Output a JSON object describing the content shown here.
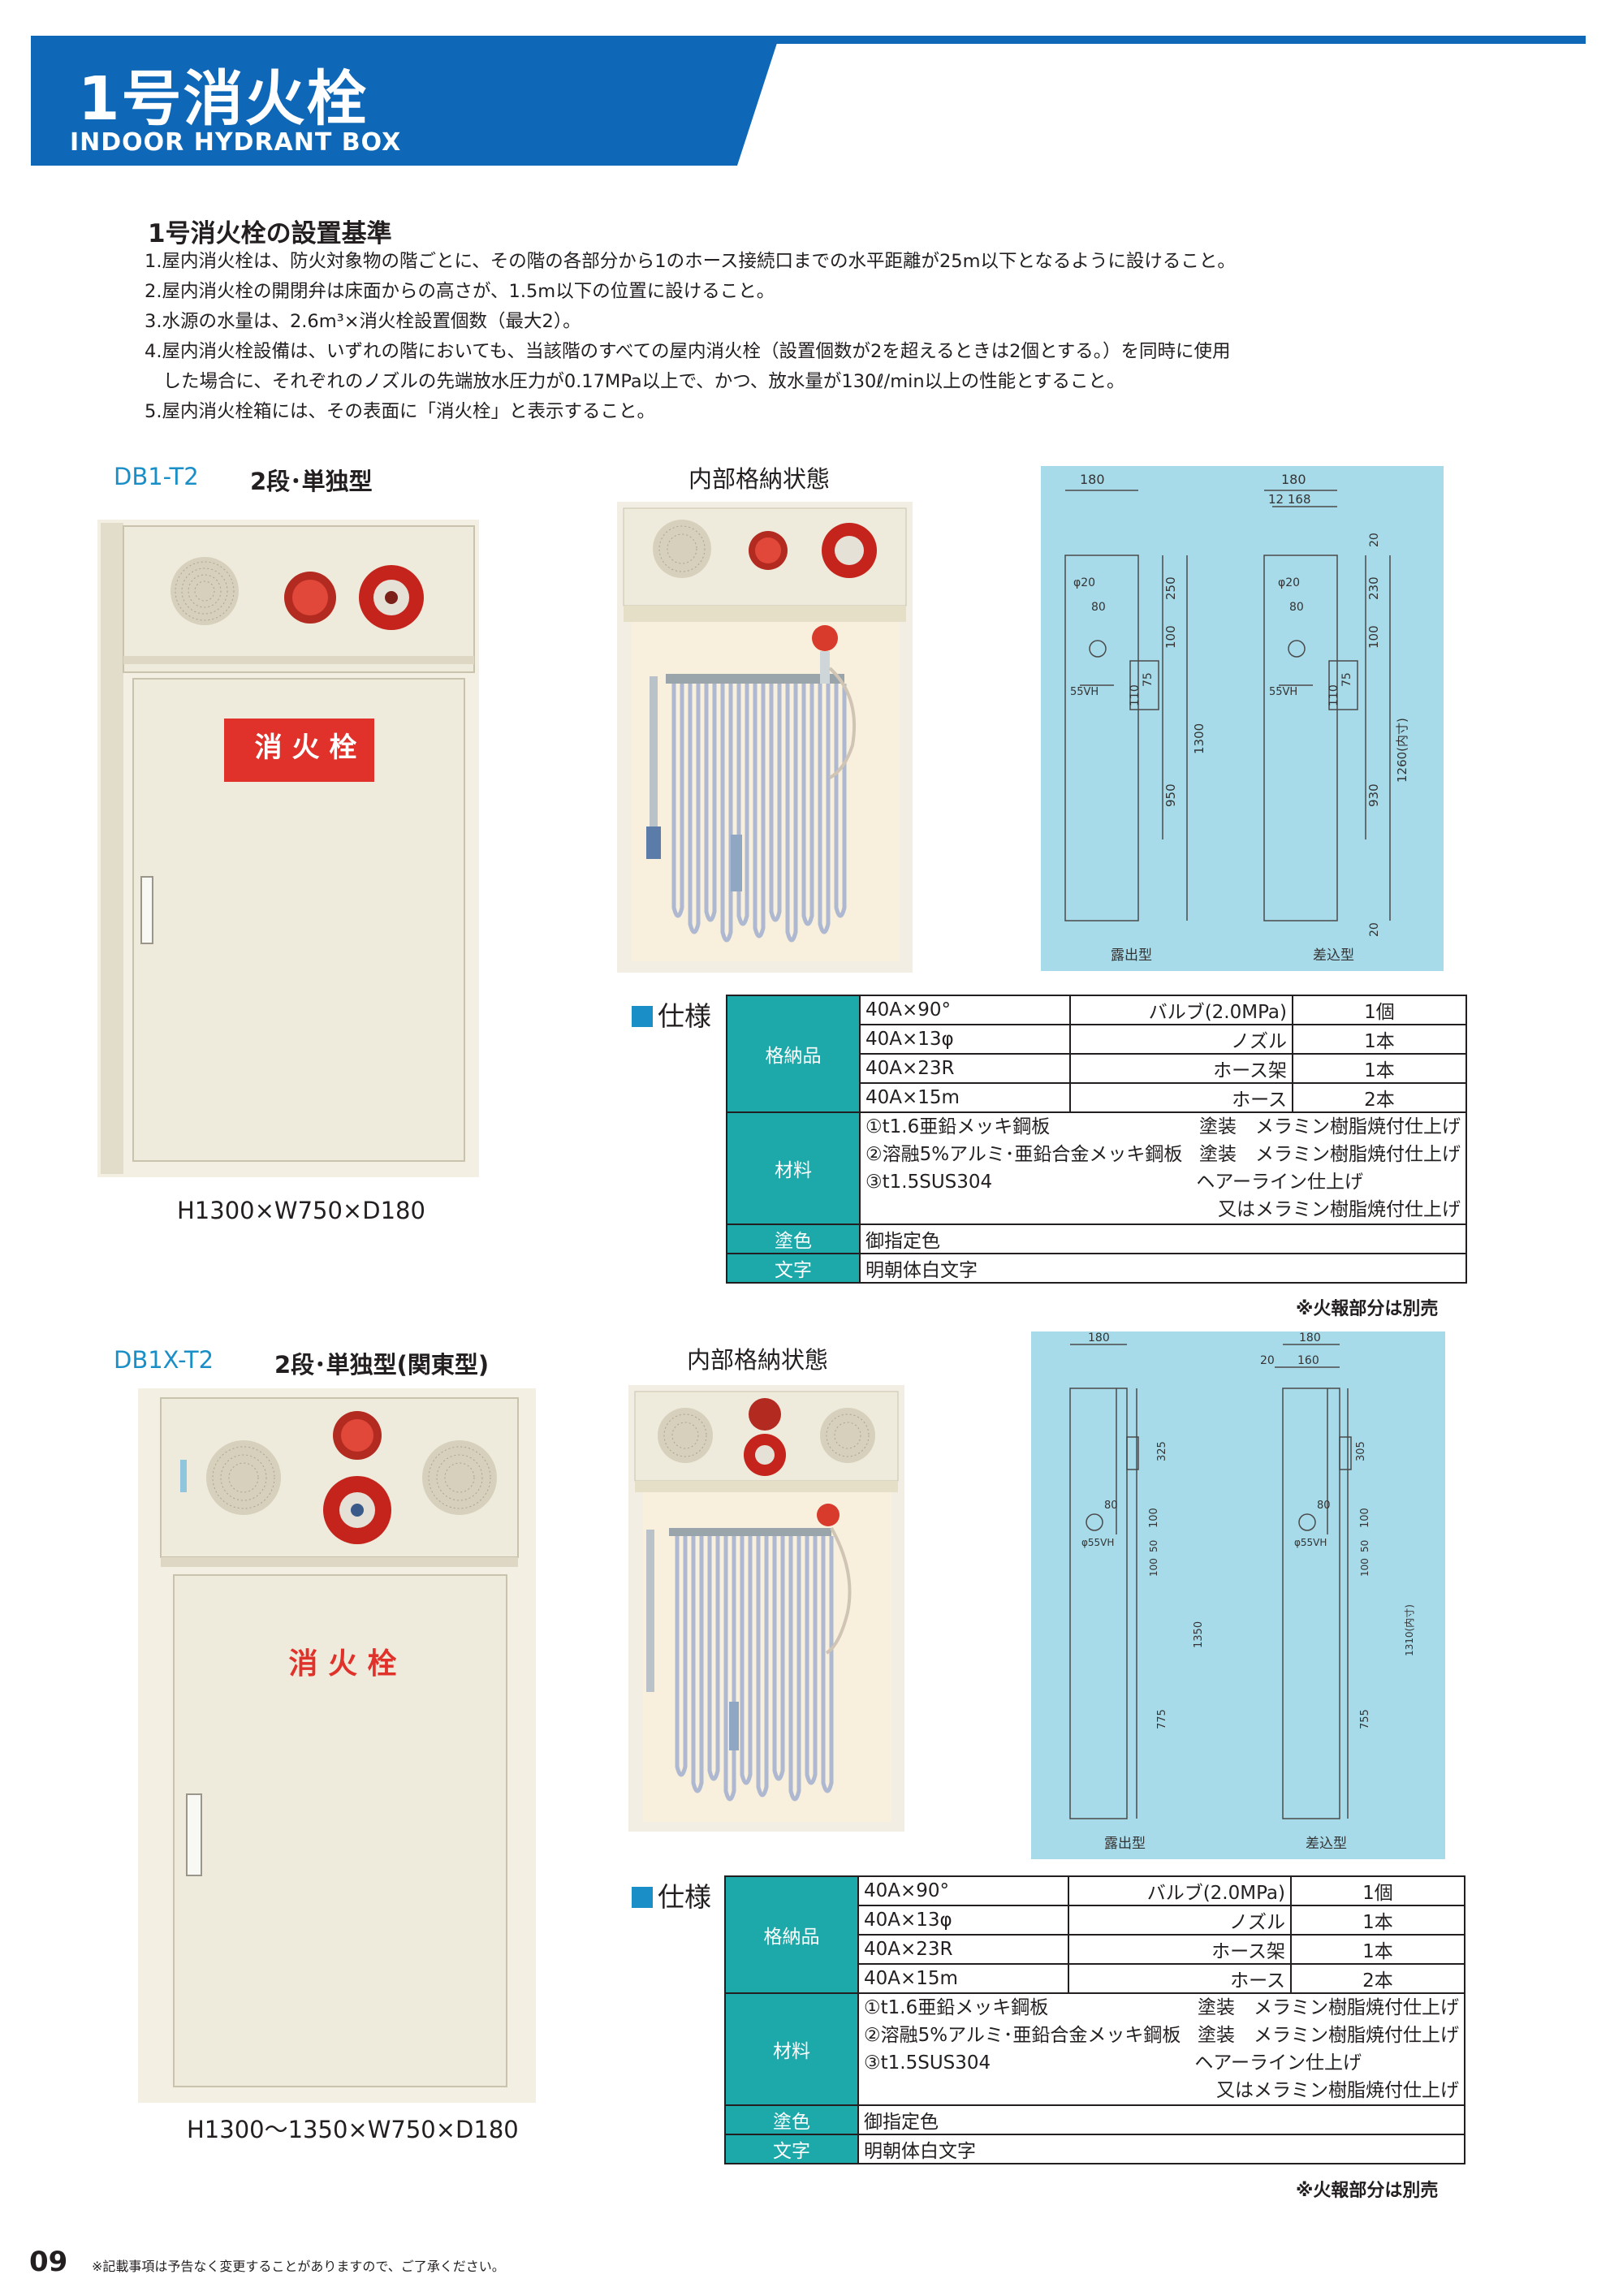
{
  "header": {
    "title": "1号消火栓",
    "subtitle": "INDOOR HYDRANT BOX"
  },
  "criteria": {
    "title": "1号消火栓の設置基準",
    "items": [
      "1.屋内消火栓は、防火対象物の階ごとに、その階の各部分から1のホース接続口までの水平距離が25m以下となるように設けること。",
      "2.屋内消火栓の開閉弁は床面からの高さが、1.5m以下の位置に設けること。",
      "3.水源の水量は、2.6m³×消火栓設置個数（最大2）。",
      "4.屋内消火栓設備は、いずれの階においても、当該階のすべての屋内消火栓（設置個数が2を超えるときは2個とする。）を同時に使用",
      "　した場合に、それぞれのノズルの先端放水圧力が0.17MPa以上で、かつ、放水量が130ℓ/min以上の性能とすること。",
      "5.屋内消火栓箱には、その表面に「消火栓」と表示すること。"
    ]
  },
  "products": [
    {
      "code": "DB1-T2",
      "name": "2段･単独型",
      "door_label": "消 火 栓",
      "interior_caption": "内部格納状態",
      "dimensions": "H1300×W750×D180",
      "drawing": {
        "w1": "180",
        "w2": "180",
        "w3": "12 168",
        "a": "φ20",
        "b": "80",
        "c": "250",
        "d": "100",
        "e": "75",
        "f": "110",
        "g": "55VH",
        "h": "1300",
        "i": "950",
        "j": "230",
        "k": "20",
        "l": "930",
        "m": "1260(内寸)",
        "n": "20",
        "label_left": "露出型",
        "label_right": "差込型"
      },
      "spec": {
        "heading": "仕様",
        "rows": [
          {
            "cat": "格納品",
            "c1": "40A×90°",
            "c2": "バルブ(2.0MPa)",
            "c3": "1個"
          },
          {
            "c1": "40A×13φ",
            "c2": "ノズル",
            "c3": "1本"
          },
          {
            "c1": "40A×23R",
            "c2": "ホース架",
            "c3": "1本"
          },
          {
            "c1": "40A×15m",
            "c2": "ホース",
            "c3": "2本"
          }
        ],
        "material_cat": "材料",
        "materials": [
          {
            "left": "①t1.6亜鉛メッキ鋼板",
            "right": "塗装　メラミン樹脂焼付仕上げ"
          },
          {
            "left": "②溶融5%アルミ･亜鉛合金メッキ鋼板",
            "right": "塗装　メラミン樹脂焼付仕上げ"
          },
          {
            "left": "③t1.5SUS304",
            "right": "ヘアーライン仕上げ"
          },
          {
            "left": "",
            "right": "又はメラミン樹脂焼付仕上げ"
          }
        ],
        "color_cat": "塗色",
        "color_value": "御指定色",
        "text_cat": "文字",
        "text_value": "明朝体白文字"
      },
      "note": "※火報部分は別売"
    },
    {
      "code": "DB1X-T2",
      "name": "2段･単独型(関東型)",
      "door_label": "消 火 栓",
      "interior_caption": "内部格納状態",
      "dimensions": "H1300～1350×W750×D180",
      "drawing": {
        "w1": "180",
        "w2": "180",
        "w3": "20",
        "w4": "160",
        "a": "80",
        "b": "φ55VH",
        "c": "325",
        "d": "100",
        "e": "50",
        "f": "100",
        "g": "1350",
        "h": "775",
        "i": "305",
        "j": "1310(内寸)",
        "k": "755",
        "label_left": "露出型",
        "label_right": "差込型"
      },
      "spec": {
        "heading": "仕様",
        "rows": [
          {
            "cat": "格納品",
            "c1": "40A×90°",
            "c2": "バルブ(2.0MPa)",
            "c3": "1個"
          },
          {
            "c1": "40A×13φ",
            "c2": "ノズル",
            "c3": "1本"
          },
          {
            "c1": "40A×23R",
            "c2": "ホース架",
            "c3": "1本"
          },
          {
            "c1": "40A×15m",
            "c2": "ホース",
            "c3": "2本"
          }
        ],
        "material_cat": "材料",
        "materials": [
          {
            "left": "①t1.6亜鉛メッキ鋼板",
            "right": "塗装　メラミン樹脂焼付仕上げ"
          },
          {
            "left": "②溶融5%アルミ･亜鉛合金メッキ鋼板",
            "right": "塗装　メラミン樹脂焼付仕上げ"
          },
          {
            "left": "③t1.5SUS304",
            "right": "ヘアーライン仕上げ"
          },
          {
            "left": "",
            "right": "又はメラミン樹脂焼付仕上げ"
          }
        ],
        "color_cat": "塗色",
        "color_value": "御指定色",
        "text_cat": "文字",
        "text_value": "明朝体白文字"
      },
      "note": "※火報部分は別売"
    }
  ],
  "footer": {
    "page_number": "09",
    "notice": "※記載事項は予告なく変更することがありますので、ご了承ください。"
  },
  "colors": {
    "banner": "#0f68b7",
    "accent": "#1a8fc7",
    "table_category": "#1da8a9",
    "drawing_bg": "#a8dbea",
    "cabinet": "#efebdc",
    "sign_red": "#e0322b"
  }
}
